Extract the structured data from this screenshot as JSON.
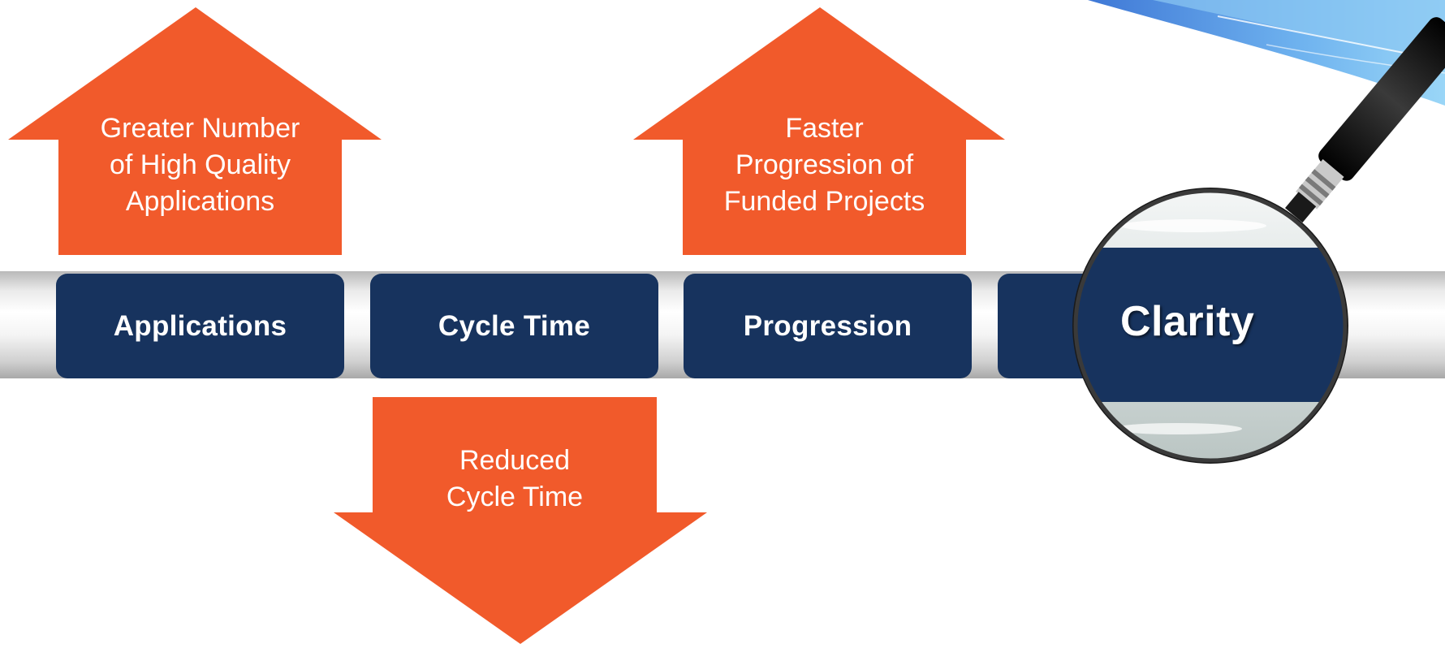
{
  "arrows": {
    "applications_up": "Greater Number of High Quality Applications",
    "cycle_time_down": "Reduced Cycle Time",
    "progression_up": "Faster Progression of Funded Projects"
  },
  "arrow_lines": {
    "applications_up": [
      "Greater Number",
      "of High Quality",
      "Applications"
    ],
    "cycle_time_down": [
      "Reduced",
      "Cycle Time"
    ],
    "progression_up": [
      "Faster",
      "Progression of",
      "Funded Projects"
    ]
  },
  "boxes": {
    "applications": "Applications",
    "cycle_time": "Cycle Time",
    "progression": "Progression",
    "clarity": "Clarity"
  },
  "colors": {
    "arrow": "#f15a2b",
    "box": "#17335e",
    "swoosh": "#5aa3e6"
  }
}
